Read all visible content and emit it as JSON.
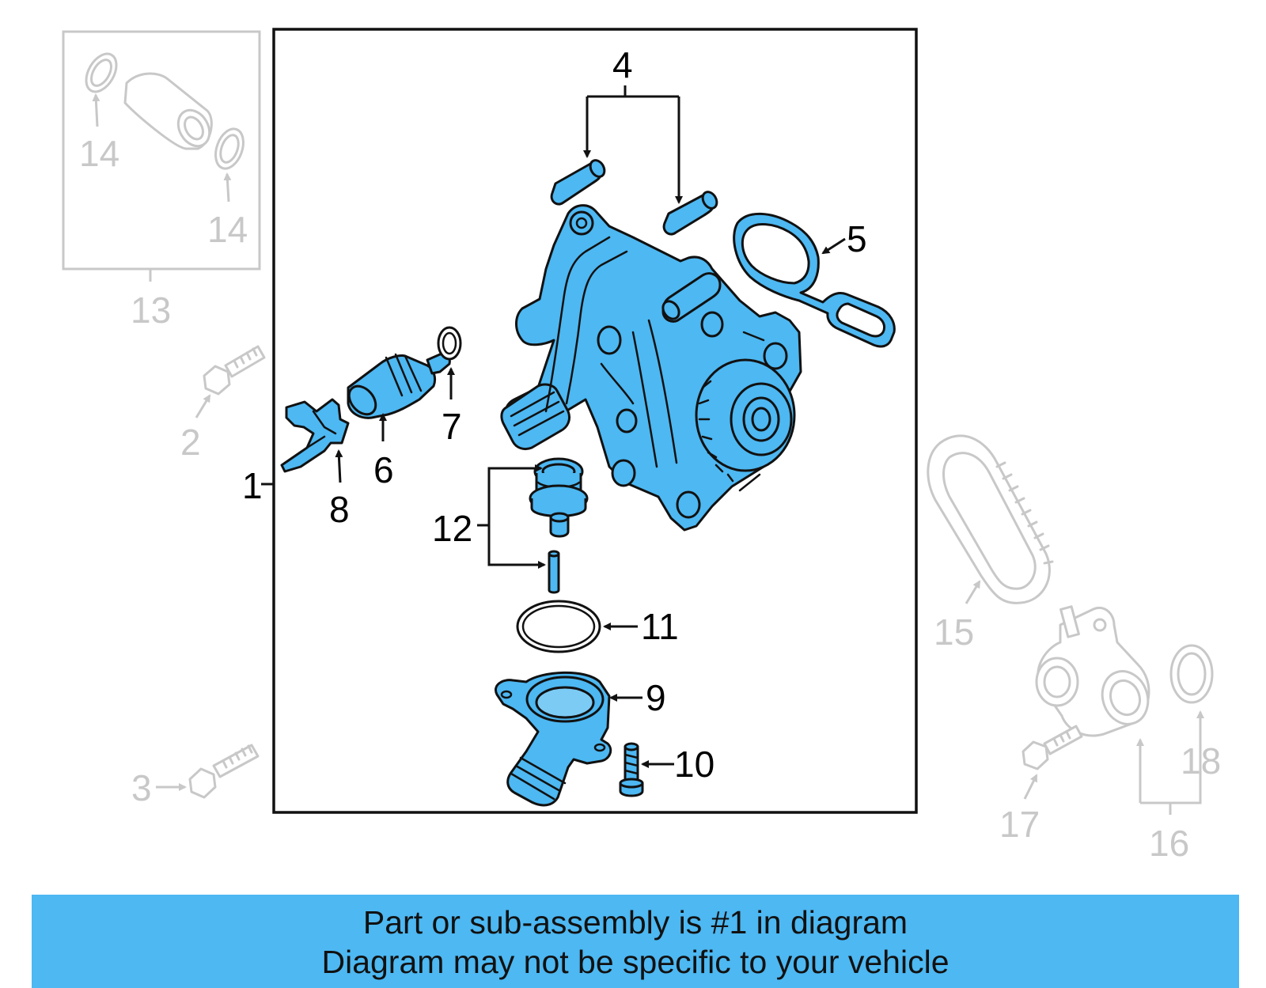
{
  "diagram": {
    "callouts": {
      "c1": "1",
      "c2": "2",
      "c3": "3",
      "c4": "4",
      "c5": "5",
      "c6": "6",
      "c7": "7",
      "c8": "8",
      "c9": "9",
      "c10": "10",
      "c11": "11",
      "c12": "12",
      "c13": "13",
      "c14a": "14",
      "c14b": "14",
      "c15": "15",
      "c16": "16",
      "c17": "17",
      "c18": "18"
    },
    "highlight_color": "#4db8f2",
    "inactive_color": "#c8c8c8",
    "icons": [
      "water-pump-housing-icon",
      "o-ring-icon",
      "bolt-icon",
      "timing-belt-icon",
      "thermostat-icon",
      "sensor-icon",
      "pipe-icon",
      "gasket-icon",
      "flange-icon"
    ]
  },
  "footer": {
    "line1": "Part or sub-assembly is #1 in diagram",
    "line2": "Diagram may not be specific to your vehicle"
  }
}
